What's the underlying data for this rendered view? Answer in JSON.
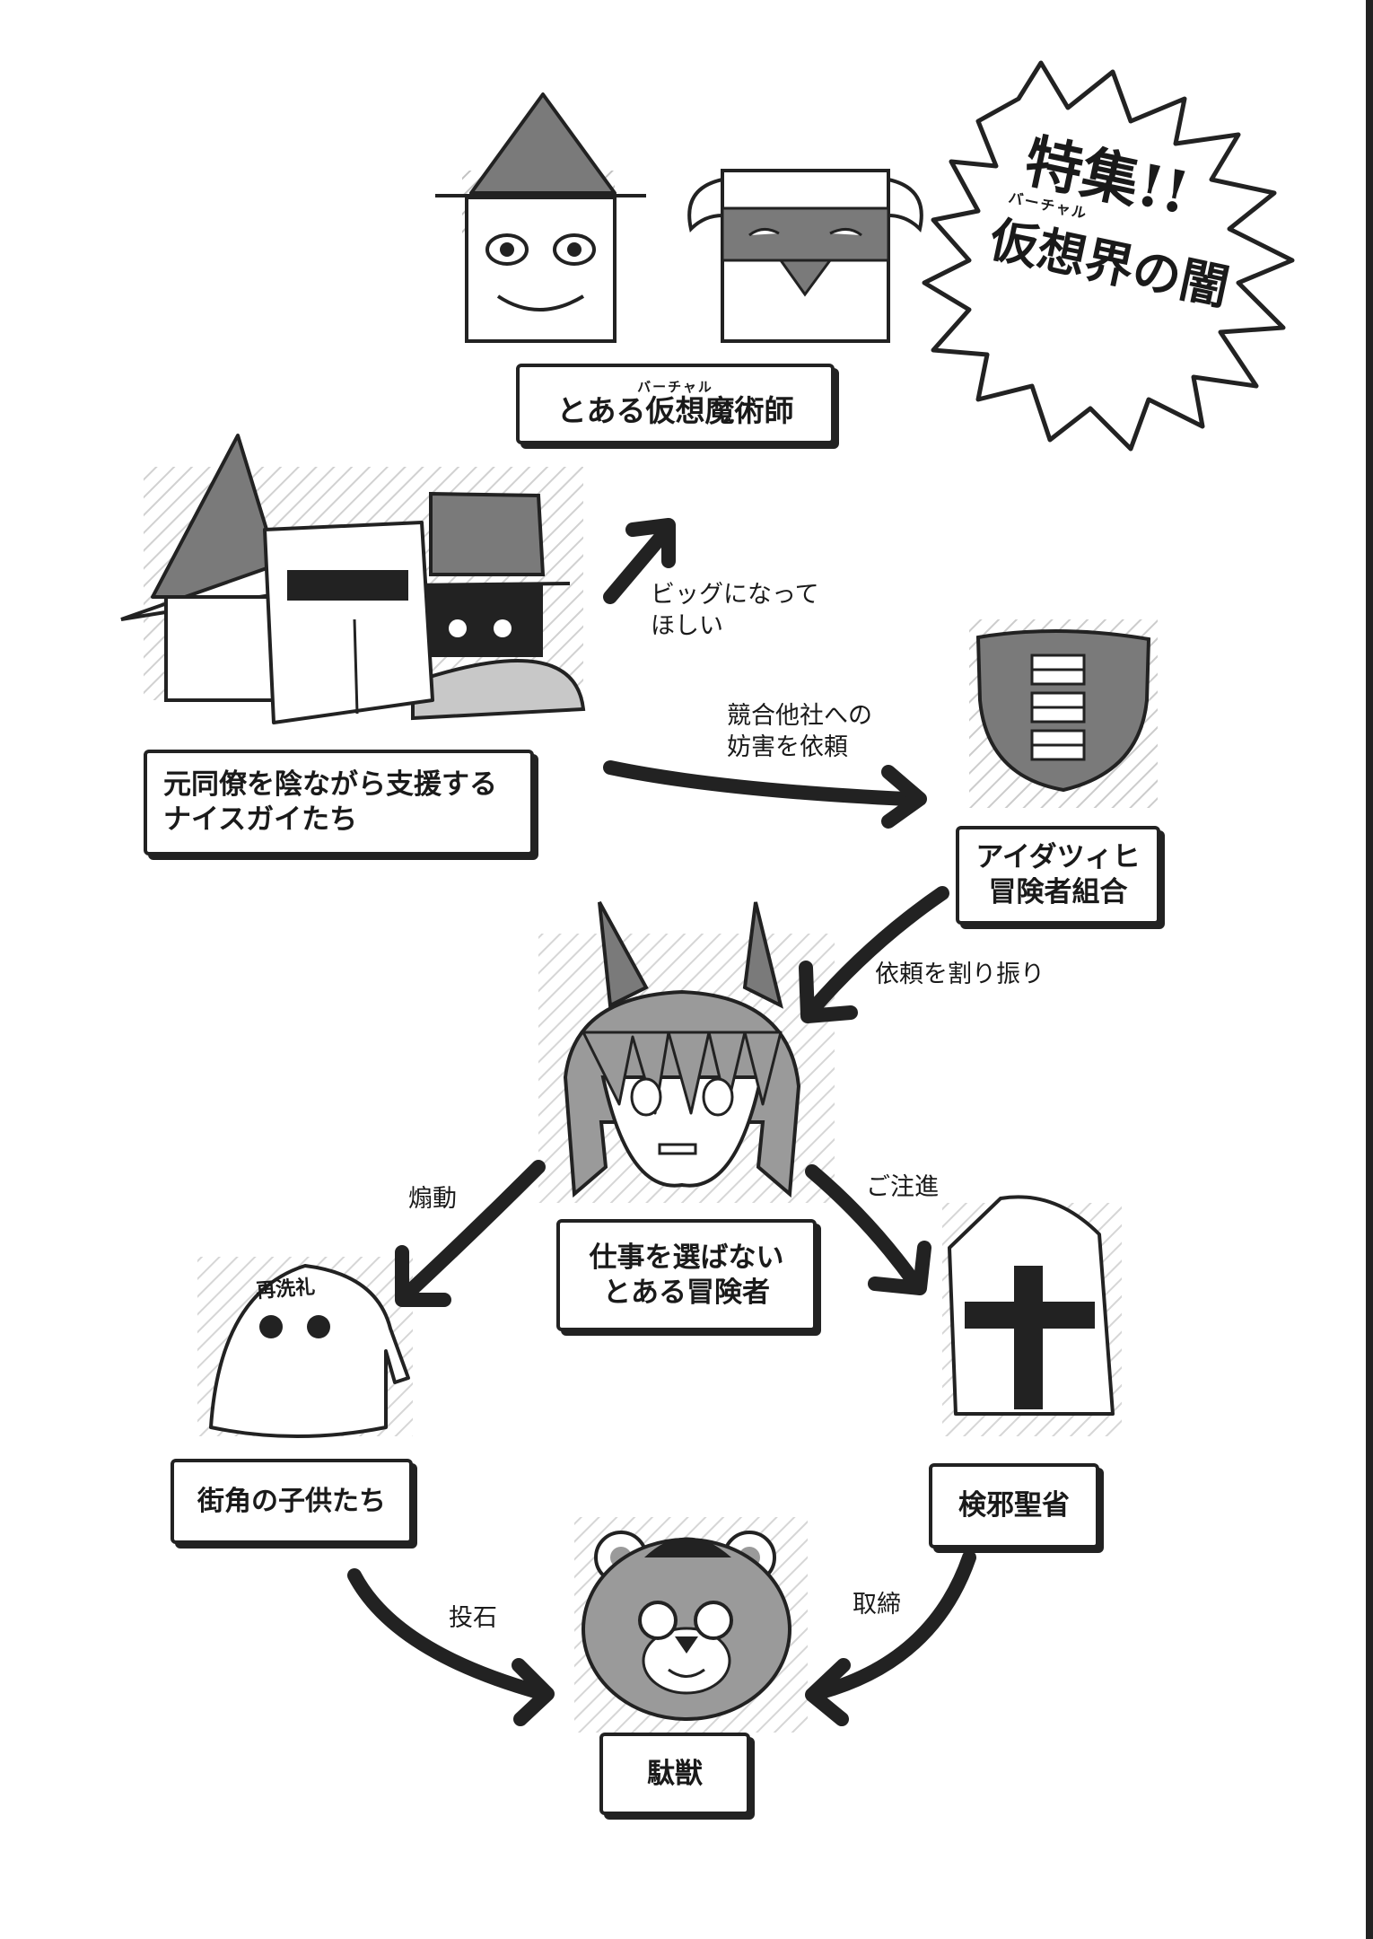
{
  "title_burst": {
    "text_line1": "特集!!",
    "text_line2": "仮想界の闇",
    "ruby": "バーチャル"
  },
  "nodes": {
    "magician": {
      "label": "とある仮想魔術師",
      "ruby": "バーチャル"
    },
    "niceguys": {
      "line1": "元同僚を陰ながら支援する",
      "line2": "ナイスガイたち"
    },
    "guild": {
      "line1": "アイダツィヒ",
      "line2": "冒険者組合"
    },
    "adventurer": {
      "line1": "仕事を選ばない",
      "line2": "とある冒険者"
    },
    "children": {
      "label": "街角の子供たち"
    },
    "inquisition": {
      "label": "検邪聖省"
    },
    "beast": {
      "label": "駄獣"
    }
  },
  "ghost_text": "再洗礼",
  "edges": {
    "want_big": {
      "line1": "ビッグになって",
      "line2": "ほしい"
    },
    "sabotage": {
      "line1": "競合他社への",
      "line2": "妨害を依頼"
    },
    "assign": {
      "label": "依頼を割り振り"
    },
    "incite": {
      "label": "煽動"
    },
    "report": {
      "label": "ご注進"
    },
    "stone": {
      "label": "投石"
    },
    "crackdown": {
      "label": "取締"
    }
  },
  "colors": {
    "ink": "#222222",
    "grey_fill": "#7a7a7a",
    "light_fill": "#c8c8c8",
    "paper": "#ffffff"
  }
}
